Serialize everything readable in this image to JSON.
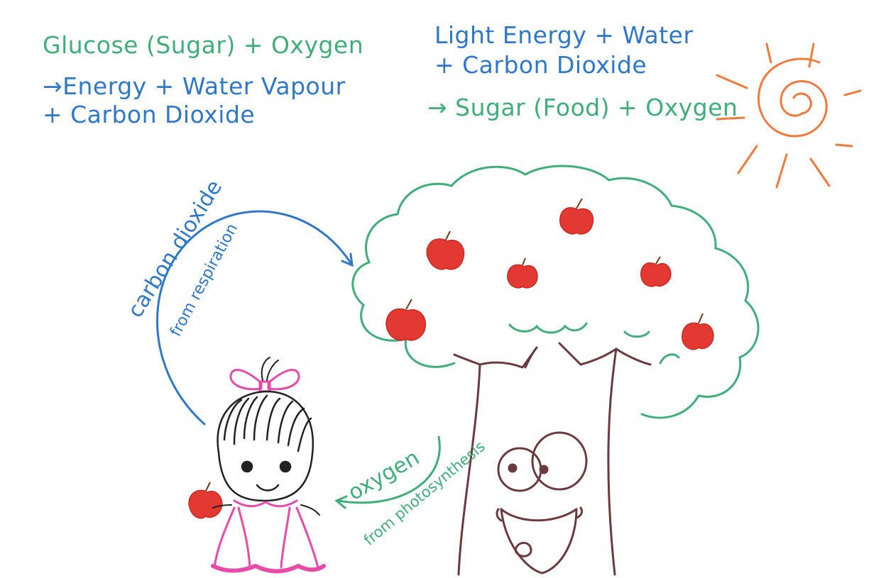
{
  "respiration": {
    "line1": "Glucose (Sugar) + Oxygen",
    "line2": "→Energy  +  Water Vapour",
    "line3": "+  Carbon Dioxide"
  },
  "photosynthesis": {
    "line1": "Light Energy  +  Water",
    "line2": "+  Carbon Dioxide",
    "line3": "→ Sugar (Food) + Oxygen"
  },
  "arrows": {
    "co2_label": "carbon dioxide",
    "co2_sub": "from respiration",
    "o2_label": "oxygen",
    "o2_sub": "from photosynthesis"
  },
  "colors": {
    "blue": "#2f78c8",
    "green": "#3fae78",
    "sun": "#f07a3c",
    "apple": "#e23a32",
    "trunk": "#6a3a3e",
    "bow": "#e84aa8",
    "hair": "#222222"
  }
}
